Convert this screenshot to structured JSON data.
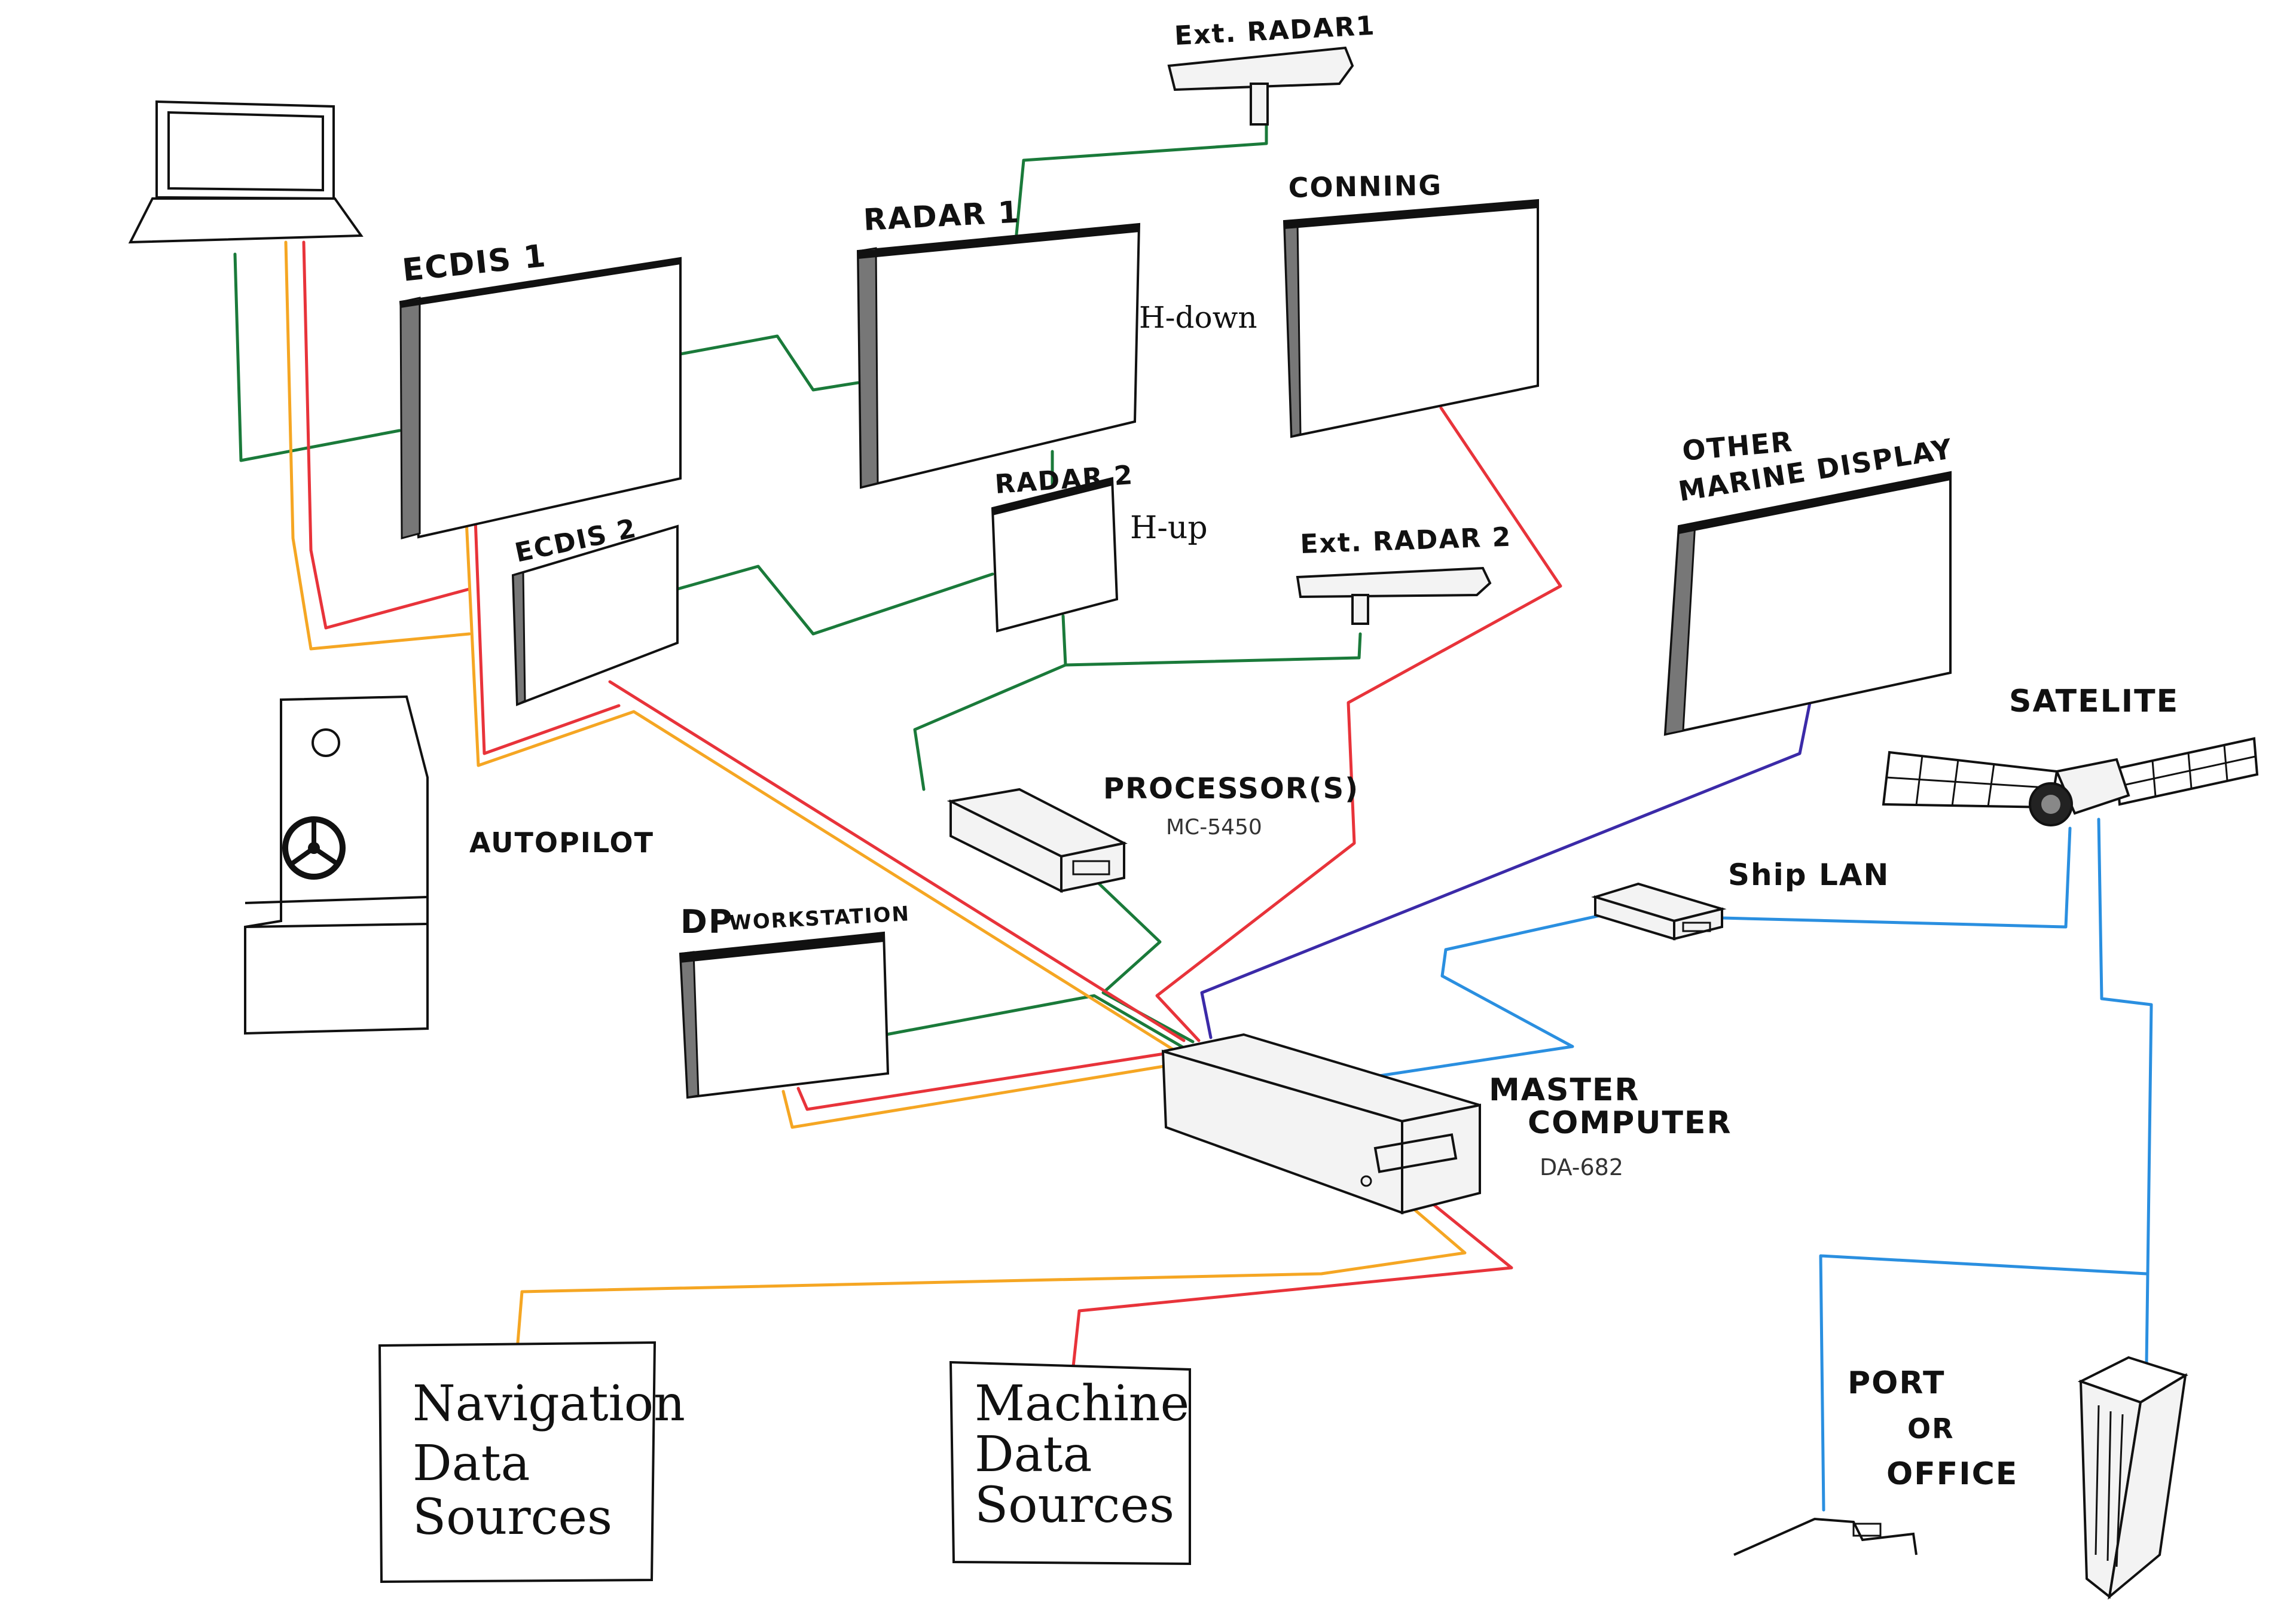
{
  "colors": {
    "green": "#1a7a3a",
    "red": "#e8333a",
    "orange": "#f5a623",
    "blue": "#2a8fe0",
    "purple": "#3b2aa8",
    "ink": "#111111"
  },
  "labels": {
    "ext_radar1": "Ext. RADAR1",
    "radar1": "RADAR 1",
    "conning": "CONNING",
    "ecdis1": "ECDIS 1",
    "h_down": "H-down",
    "radar2": "RADAR 2",
    "h_up": "H-up",
    "ecdis2": "ECDIS 2",
    "ext_radar2": "Ext. RADAR 2",
    "other_marine_display_1": "OTHER",
    "other_marine_display_2": "MARINE DISPLAY",
    "satelite": "SATELITE",
    "autopilot": "AUTOPILOT",
    "processors": "PROCESSOR(S)",
    "processors_model": "MC-5450",
    "ship_lan": "Ship LAN",
    "dp_workstation_dp": "DP",
    "dp_workstation_rest": "WORKSTATION",
    "master_computer_1": "MASTER",
    "master_computer_2": "COMPUTER",
    "master_computer_model": "DA-682",
    "nav_sources_1": "Navigation",
    "nav_sources_2": "Data",
    "nav_sources_3": "Sources",
    "machine_sources_1": "Machine",
    "machine_sources_2": "Data",
    "machine_sources_3": "Sources",
    "port_1": "PORT",
    "port_2": "OR",
    "port_3": "OFFICE"
  }
}
